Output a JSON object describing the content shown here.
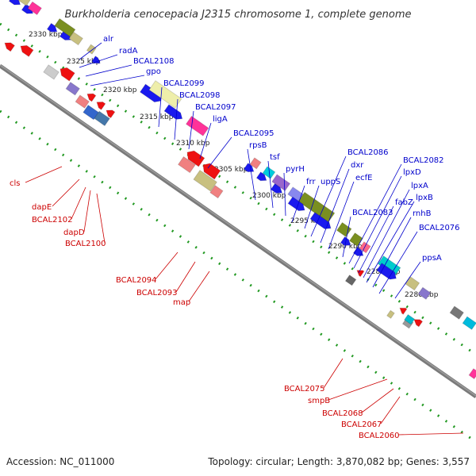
{
  "title": "Burkholderia cenocepacia J2315 chromosome 1, complete genome",
  "footer": {
    "accession": "Accession: NC_011000",
    "summary": "Topology: circular; Length: 3,870,082 bp; Genes: 3,557"
  },
  "colors": {
    "forward_label": "#0000cc",
    "reverse_label": "#cc0000",
    "backbone": "#777777",
    "tick": "#229922"
  },
  "kbp_labels": [
    "2330 kbp",
    "2325 kbp",
    "2320 kbp",
    "2315 kbp",
    "2310 kbp",
    "2305 kbp",
    "2300 kbp",
    "2295 kbp",
    "2290 kbp",
    "2285 kbp",
    "2280 kbp"
  ],
  "forward_genes": [
    "alr",
    "radA",
    "BCAL2108",
    "gpo",
    "BCAL2099",
    "BCAL2098",
    "BCAL2097",
    "ligA",
    "BCAL2095",
    "rpsB",
    "tsf",
    "pyrH",
    "frr",
    "uppS",
    "BCAL2086",
    "dxr",
    "ecfE",
    "BCAL2083",
    "BCAL2082",
    "lpxD",
    "fabZ",
    "lpxA",
    "lpxB",
    "rnhB",
    "BCAL2076",
    "ppsA"
  ],
  "reverse_genes": [
    "cls",
    "dapE",
    "BCAL2102",
    "dapD",
    "BCAL2100",
    "BCAL2094",
    "BCAL2093",
    "map",
    "BCAL2075",
    "smpB",
    "BCAL2068",
    "BCAL2067",
    "BCAL2060"
  ]
}
